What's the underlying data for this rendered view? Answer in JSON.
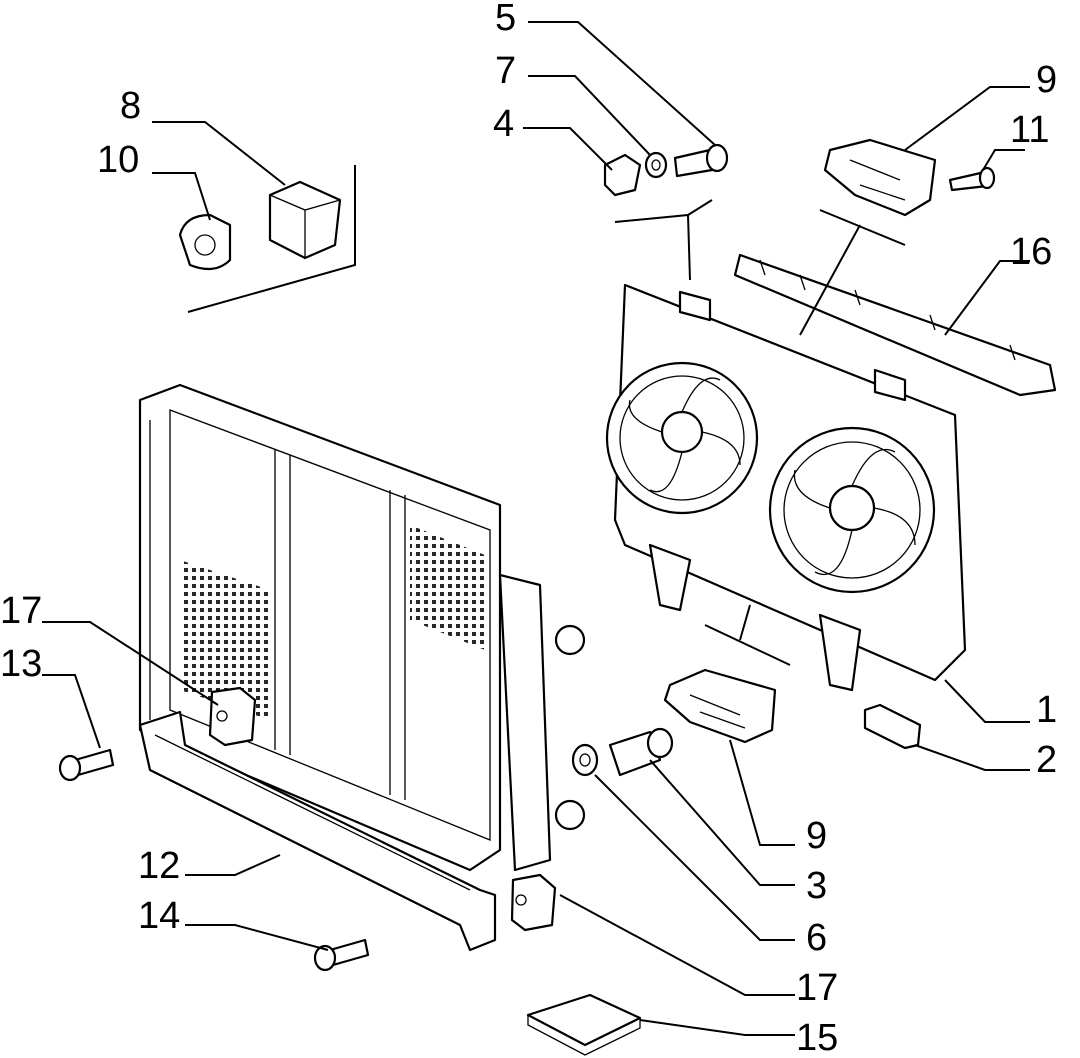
{
  "callouts": {
    "c1": "1",
    "c2": "2",
    "c3": "3",
    "c4": "4",
    "c5": "5",
    "c6": "6",
    "c7": "7",
    "c8": "8",
    "c9a": "9",
    "c9b": "9",
    "c10": "10",
    "c11": "11",
    "c12": "12",
    "c13": "13",
    "c14": "14",
    "c15": "15",
    "c16": "16",
    "c17a": "17",
    "c17b": "17"
  },
  "colors": {
    "ink": "#000000",
    "paper": "#ffffff"
  }
}
